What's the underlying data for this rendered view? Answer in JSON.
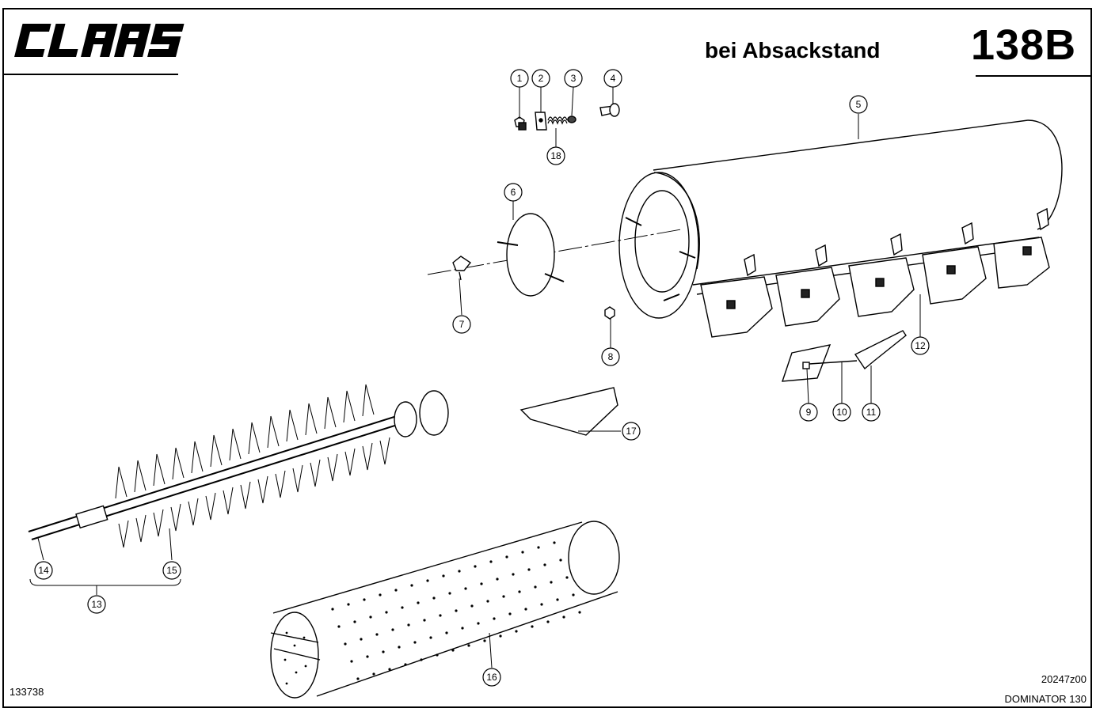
{
  "header": {
    "brand": "CLAAS",
    "subtitle": "bei Absackstand",
    "sheet_number": "138B"
  },
  "footer": {
    "doc_number": "133738",
    "drawing_code": "20247z00",
    "model": "DOMINATOR 130"
  },
  "callouts": [
    {
      "id": "1",
      "label": "1",
      "part": "wing-nut"
    },
    {
      "id": "2",
      "label": "2",
      "part": "clamp-plate"
    },
    {
      "id": "3",
      "label": "3",
      "part": "nut"
    },
    {
      "id": "4",
      "label": "4",
      "part": "bolt"
    },
    {
      "id": "5",
      "label": "5",
      "part": "auger-housing"
    },
    {
      "id": "6",
      "label": "6",
      "part": "end-cover"
    },
    {
      "id": "7",
      "label": "7",
      "part": "bracket"
    },
    {
      "id": "8",
      "label": "8",
      "part": "hex-nut"
    },
    {
      "id": "9",
      "label": "9",
      "part": "flap-plate"
    },
    {
      "id": "10",
      "label": "10",
      "part": "rod"
    },
    {
      "id": "11",
      "label": "11",
      "part": "lever"
    },
    {
      "id": "12",
      "label": "12",
      "part": "outlet-spouts"
    },
    {
      "id": "13",
      "label": "13",
      "part": "auger-assembly"
    },
    {
      "id": "14",
      "label": "14",
      "part": "shaft"
    },
    {
      "id": "15",
      "label": "15",
      "part": "auger-knives"
    },
    {
      "id": "16",
      "label": "16",
      "part": "perforated-sieve-drum"
    },
    {
      "id": "17",
      "label": "17",
      "part": "triangular-plate"
    },
    {
      "id": "18",
      "label": "18",
      "part": "spring"
    }
  ],
  "icons": {
    "logo": "claas-logo"
  }
}
